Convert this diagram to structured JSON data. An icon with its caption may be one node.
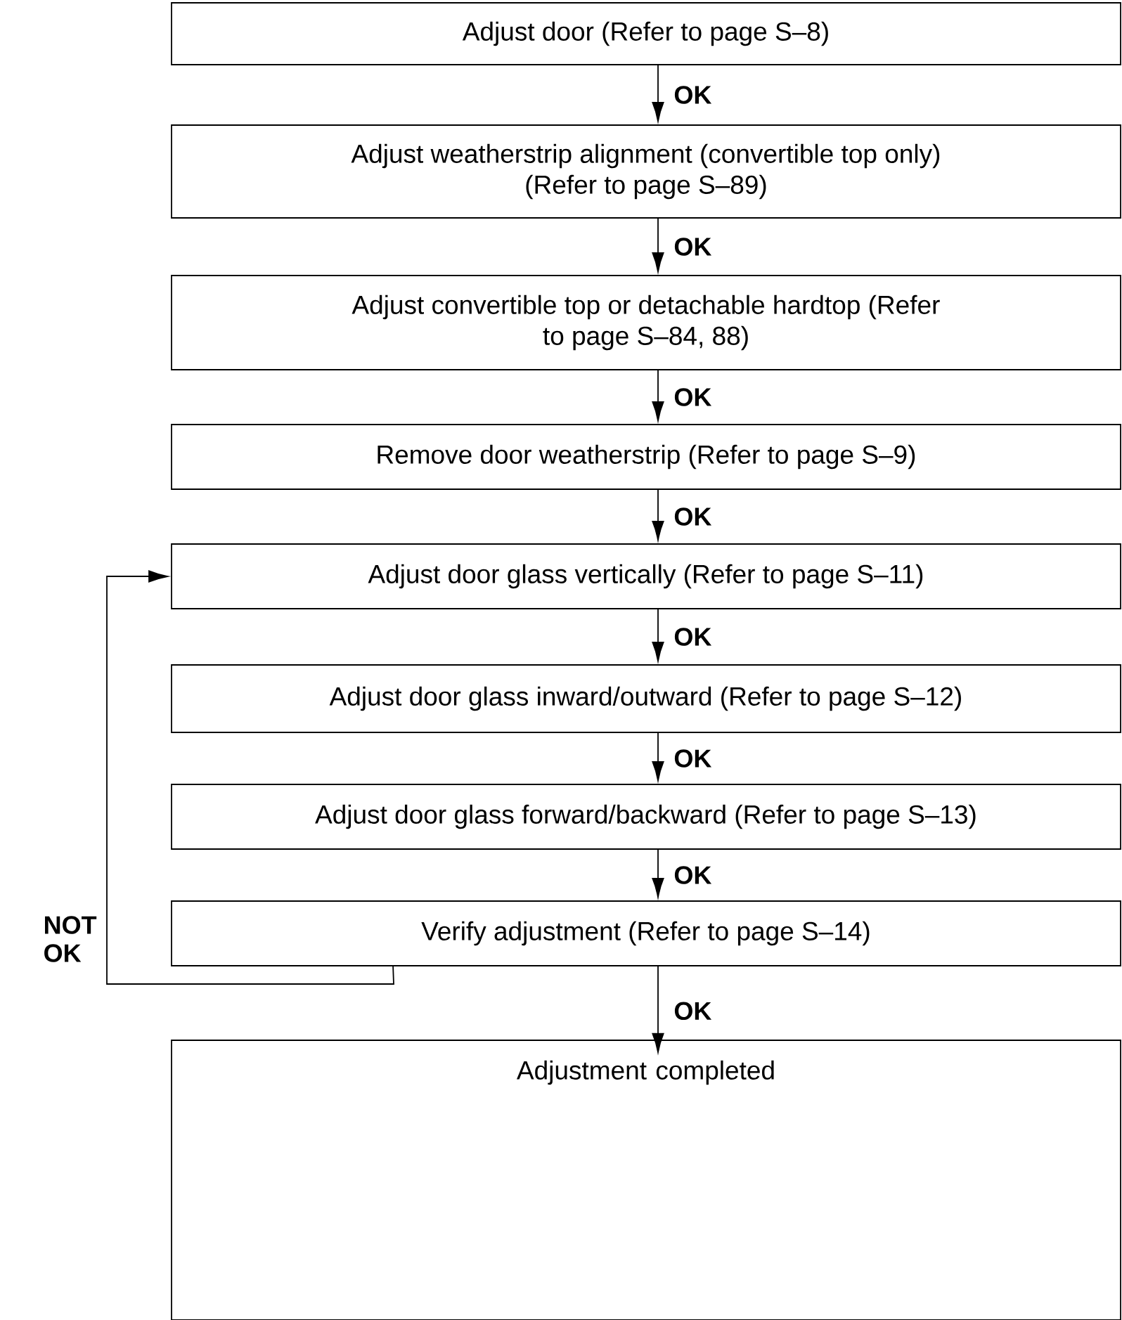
{
  "diagram": {
    "nodes": [
      {
        "text": [
          "Adjust door (Refer to page S–8)"
        ]
      },
      {
        "text": [
          "Adjust weatherstrip alignment (convertible top only) (Refer to page S–89)"
        ]
      },
      {
        "text": [
          "Adjust convertible top or detachable hardtop (Refer to page S–84, 88)"
        ]
      },
      {
        "text": [
          "Remove door weatherstrip (Refer to page S–9)"
        ]
      },
      {
        "text": [
          "Adjust door glass vertically (Refer to page S–11)"
        ]
      },
      {
        "text": [
          "Adjust door glass inward/outward (Refer to page S–12)"
        ]
      },
      {
        "text": [
          "Adjust door glass forward/backward (Refer to page S–13)"
        ]
      },
      {
        "text": [
          "Verify adjustment (Refer to page S–14)"
        ]
      },
      {
        "text": [
          "Adjustment completed"
        ]
      }
    ],
    "edges": [
      {
        "from": 0,
        "to": 1,
        "arrow": "to",
        "label": "OK"
      },
      {
        "from": 1,
        "to": 2,
        "arrow": "to",
        "label": "OK"
      },
      {
        "from": 2,
        "to": 3,
        "arrow": "to",
        "label": "OK"
      },
      {
        "from": 3,
        "to": 4,
        "arrow": "to",
        "label": "OK"
      },
      {
        "from": 4,
        "to": 5,
        "arrow": "to",
        "label": "OK"
      },
      {
        "from": 5,
        "to": 6,
        "arrow": "to",
        "label": "OK"
      },
      {
        "from": 6,
        "to": 7,
        "arrow": "to",
        "label": "OK"
      },
      {
        "from": 7,
        "to": 8,
        "arrow": "to",
        "label": "OK"
      },
      {
        "from": 7,
        "to": 4,
        "arrow": "to",
        "label": "NOT OK"
      }
    ]
  }
}
